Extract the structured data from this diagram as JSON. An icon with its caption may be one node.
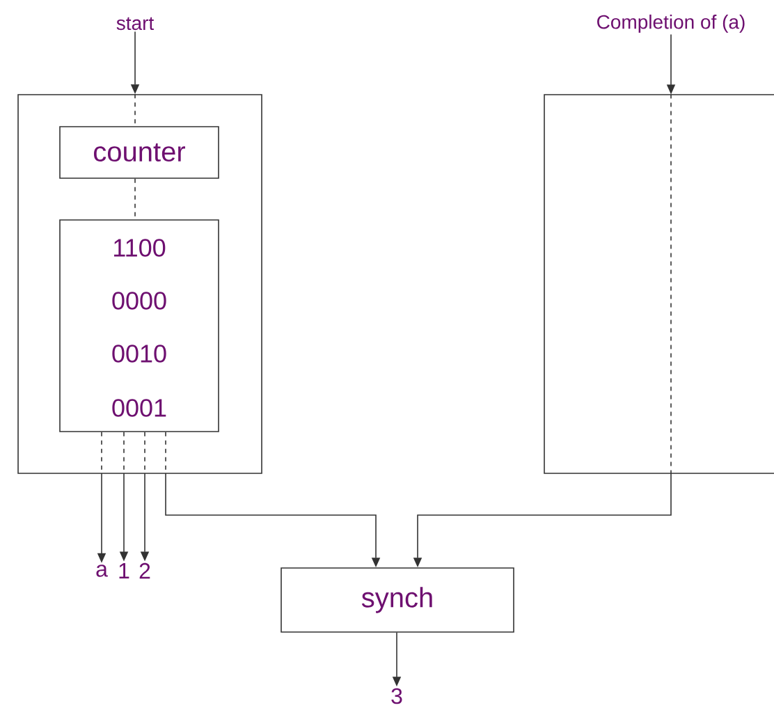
{
  "diagram": {
    "nodes": [
      {
        "text": [
          "start"
        ]
      },
      {
        "text": [],
        "shape": "box"
      },
      {
        "text": [
          "counter"
        ],
        "in": 1
      },
      {
        "text": [
          "1100",
          "0000",
          "0010",
          "0001"
        ],
        "in": 1
      },
      {
        "text": [
          "a"
        ]
      },
      {
        "text": [
          "1"
        ]
      },
      {
        "text": [
          "2"
        ]
      },
      {
        "text": [
          "Completion of (a)"
        ]
      },
      {
        "text": [],
        "shape": "box"
      },
      {
        "text": [
          "synch"
        ]
      },
      {
        "text": [
          "3"
        ]
      }
    ],
    "edges": [
      {
        "from": 0,
        "to": 1,
        "arrow": "to"
      },
      {
        "from": 1,
        "to": 2,
        "arrow": "none",
        "style": "dashed"
      },
      {
        "from": 2,
        "to": 3,
        "arrow": "none",
        "style": "dashed"
      },
      {
        "from": 3,
        "to": 4,
        "arrow": "to"
      },
      {
        "from": 3,
        "to": 5,
        "arrow": "to"
      },
      {
        "from": 3,
        "to": 6,
        "arrow": "to"
      },
      {
        "from": 3,
        "to": 9,
        "arrow": "to"
      },
      {
        "from": 7,
        "to": 8,
        "arrow": "to"
      },
      {
        "from": 8,
        "to": 9,
        "arrow": "to",
        "style": "dashed"
      },
      {
        "from": 9,
        "to": 10,
        "arrow": "to"
      }
    ]
  }
}
